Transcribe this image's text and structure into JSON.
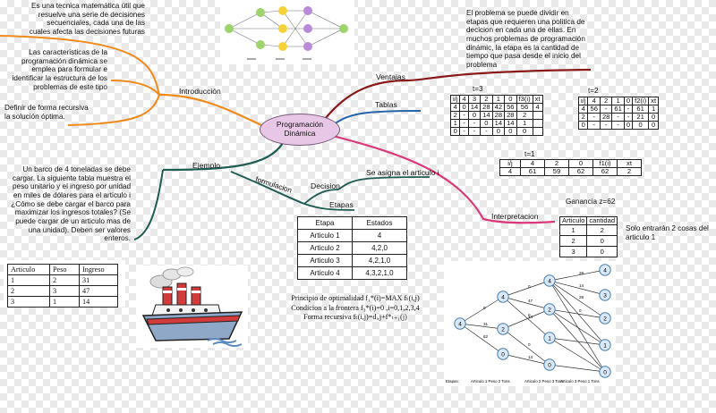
{
  "center": {
    "line1": "Programación",
    "line2": "Dinámica"
  },
  "branches": {
    "introduccion": "Introducción",
    "ejemplo": "Ejemplo",
    "ventajas": "Ventajas",
    "tablas": "Tablas",
    "formulacion": "formulacion",
    "decision": "Decision",
    "se_asigna": "Se asigna el articulo i",
    "etapas": "Etapas",
    "interpretacion": "Interpretacion"
  },
  "intro_texts": {
    "t1": [
      "Es una tecnica matemática útil que",
      "resuelve una serie de decisiones",
      "secuenciales, cada una de las",
      "cuales afecta las decisiones futuras"
    ],
    "t2": [
      "Las caracteristicas de la",
      "programación dinámica se",
      "emplea para formular e",
      "identificar la estructura de los",
      "problemas de este tipo"
    ],
    "t3": [
      "Definir de forma recursiva",
      "la solución óptima."
    ]
  },
  "ventajas_text": [
    "El problema se puede dividir en",
    "etapas que requieren una politica de",
    "decicion en cada una de ellas. En",
    "muchos problemas de programación",
    "dinámic, la etapa es la cantidad de",
    "tiempo que pasa desde el inicio del",
    "problema"
  ],
  "ejemplo_text": [
    "Un barco de 4 toneladas se debe",
    "cargar. La siguiente tabla muestra el",
    "peso unitario y el ingreso por unidad",
    "en miles de dólares para el articulo i",
    "¿Cómo se debe cargar el barco para",
    "maximizar los ingresos totales? (Se",
    "puede cargar de un articulo mas de",
    "una unidad). Deben ser valores",
    "enteros."
  ],
  "t3_table": {
    "label": "t=3",
    "header": [
      "i/j",
      "4",
      "3",
      "2",
      "1",
      "0",
      "f3(i)",
      "xt"
    ],
    "rows": [
      [
        "4",
        "0",
        "14",
        "28",
        "42",
        "56",
        "56",
        "4"
      ],
      [
        "2",
        "-",
        "0",
        "14",
        "28",
        "28",
        "2",
        ""
      ],
      [
        "1",
        "-",
        "-",
        "0",
        "14",
        "14",
        "1",
        ""
      ],
      [
        "0",
        "-",
        "-",
        "-",
        "0",
        "0",
        "0",
        ""
      ]
    ]
  },
  "t2_table": {
    "label": "t=2",
    "header": [
      "i/j",
      "4",
      "2",
      "1",
      "0",
      "f2(i)",
      "xt"
    ],
    "rows": [
      [
        "4",
        "56",
        "-",
        "61",
        "-",
        "61",
        "1"
      ],
      [
        "2",
        "-",
        "28",
        "-",
        "-",
        "21",
        "0"
      ],
      [
        "0",
        "-",
        "-",
        "-",
        "0",
        "0",
        "0"
      ]
    ]
  },
  "t1_table": {
    "label": "t=1",
    "header": [
      "i/j",
      "4",
      "2",
      "0",
      "f1(i)",
      "xt"
    ],
    "rows": [
      [
        "4",
        "61",
        "59",
        "62",
        "62",
        "2"
      ]
    ]
  },
  "ganancia": "Ganancia z=62",
  "result_table": {
    "header": [
      "Articulo",
      "cantidad"
    ],
    "rows": [
      [
        "1",
        "2"
      ],
      [
        "2",
        "0"
      ],
      [
        "3",
        "0"
      ]
    ]
  },
  "solo_text": [
    "Solo entrarán 2 cosas del",
    "articulo 1"
  ],
  "etapa_table": {
    "header": [
      "Etapa",
      "Estados"
    ],
    "rows": [
      [
        "Articulo 1",
        "4"
      ],
      [
        "Articulo 2",
        "4,2,0"
      ],
      [
        "Articulo 3",
        "4,2,1,0"
      ],
      [
        "Articulo 4",
        "4,3,2,1,0"
      ]
    ]
  },
  "articles_table": {
    "header": [
      "Articulo",
      "Peso",
      "Ingreso"
    ],
    "rows": [
      [
        "1",
        "2",
        "31"
      ],
      [
        "2",
        "3",
        "47"
      ],
      [
        "3",
        "1",
        "14"
      ]
    ]
  },
  "formula": {
    "line1": "Principio de optimalidad f₁*(i)=MAX fₜ(i,j)",
    "line2": "Condicion a la frontera f₃*(i)=0 ,i=0,1,2,3,4",
    "line3": "Forma recursiva fₜ(i,j)=dᵢ,j+f*ₜ₊₁(j)"
  },
  "network": {
    "nodes": [
      {
        "id": "s",
        "label": "4"
      },
      {
        "id": "a4",
        "label": "4"
      },
      {
        "id": "a2",
        "label": "2"
      },
      {
        "id": "a0",
        "label": "0"
      },
      {
        "id": "b4",
        "label": "4"
      },
      {
        "id": "b2",
        "label": "2"
      },
      {
        "id": "b1",
        "label": "1"
      },
      {
        "id": "b0",
        "label": "0"
      },
      {
        "id": "c4",
        "label": "4"
      },
      {
        "id": "c3",
        "label": "3"
      },
      {
        "id": "c2",
        "label": "2"
      },
      {
        "id": "c1",
        "label": "1"
      },
      {
        "id": "c0",
        "label": "0"
      }
    ],
    "edge_labels": [
      "0",
      "31",
      "62",
      "0",
      "47",
      "0",
      "14",
      "0",
      "14",
      "28",
      "14",
      "28",
      "0"
    ],
    "footer": [
      "Etapas:",
      "Articulo 1 Peso 2 Tons",
      "Articulo 2 Peso 3 Tons",
      "Articulo 3 Peso 1 Tons"
    ]
  },
  "colors": {
    "orange": "#f08a1c",
    "green": "#1f5c52",
    "darkred": "#8a1a1a",
    "pink": "#d93a7a",
    "blue": "#2464a8",
    "node_fill": "#d8e8f6",
    "node_stroke": "#4a7fb0"
  }
}
